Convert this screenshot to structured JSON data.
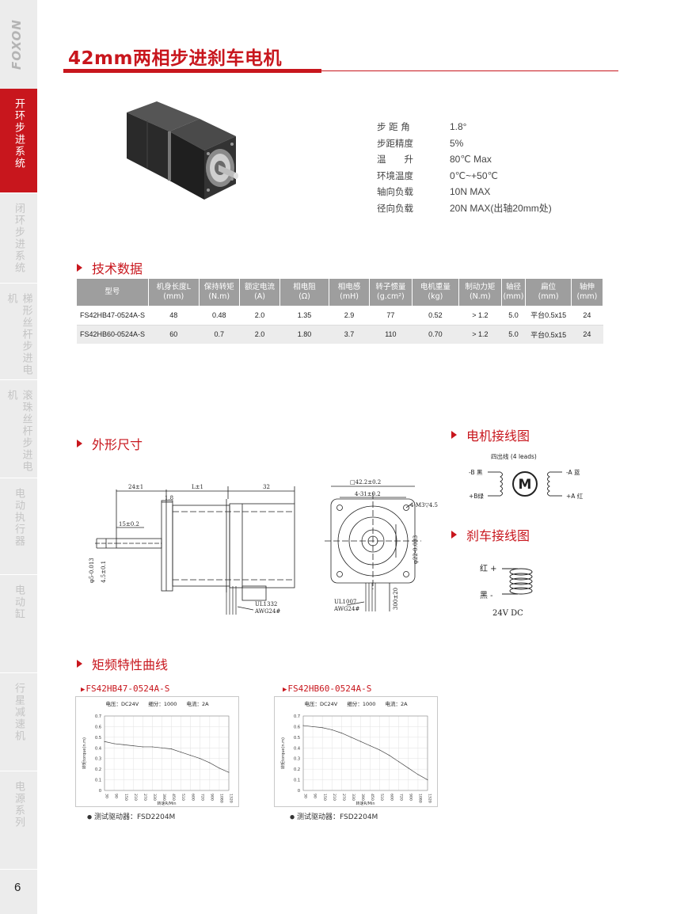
{
  "brand": "FOXON",
  "page_number": "6",
  "sidebar": {
    "tabs": [
      {
        "label": "开环步进系统",
        "active": true
      },
      {
        "label": "闭环步进系统",
        "active": false
      },
      {
        "label": "梯形丝杆步进电机",
        "active": false
      },
      {
        "label": "滚珠丝杆步进电机",
        "active": false
      },
      {
        "label": "电动执行器",
        "active": false
      },
      {
        "label": "电动缸",
        "active": false
      },
      {
        "label": "行星减速机",
        "active": false
      },
      {
        "label": "电源系列",
        "active": false
      }
    ]
  },
  "header": {
    "title": "42mm两相步进刹车电机"
  },
  "specs": [
    {
      "label": "步 距 角",
      "value": "1.8°"
    },
    {
      "label": "步距精度",
      "value": "5%"
    },
    {
      "label": "温　　升",
      "value": "80℃ Max"
    },
    {
      "label": "环境温度",
      "value": "0℃~+50℃"
    },
    {
      "label": "轴向负载",
      "value": "10N MAX"
    },
    {
      "label": "径向负载",
      "value": "20N MAX(出轴20mm处)"
    }
  ],
  "sections": {
    "tech_data": "技术数据",
    "dimensions": "外形尺寸",
    "wiring": "电机接线图",
    "brake_wiring": "刹车接线图",
    "torque_curve": "矩频特性曲线"
  },
  "table": {
    "headers": [
      [
        "型号",
        ""
      ],
      [
        "机身长度L",
        "(mm)"
      ],
      [
        "保持转矩",
        "(N.m)"
      ],
      [
        "额定电流",
        "(A)"
      ],
      [
        "相电阻",
        "(Ω)"
      ],
      [
        "相电感",
        "(mH)"
      ],
      [
        "转子惯量",
        "(g.cm²)"
      ],
      [
        "电机重量",
        "(kg)"
      ],
      [
        "制动力矩",
        "(N.m)"
      ],
      [
        "轴径",
        "(mm)"
      ],
      [
        "扁位",
        "(mm)"
      ],
      [
        "轴伸",
        "(mm)"
      ]
    ],
    "rows": [
      [
        "FS42HB47-0524A-S",
        "48",
        "0.48",
        "2.0",
        "1.35",
        "2.9",
        "77",
        "0.52",
        "> 1.2",
        "5.0",
        "平台0.5x15",
        "24"
      ],
      [
        "FS42HB60-0524A-S",
        "60",
        "0.7",
        "2.0",
        "1.80",
        "3.7",
        "110",
        "0.70",
        "> 1.2",
        "5.0",
        "平台0.5x15",
        "24"
      ]
    ]
  },
  "dimension_labels": {
    "front_len": "24±1",
    "body_len": "L±1",
    "brake_len": "32",
    "flange_thk": "1.8",
    "shaft_flat": "15±0.2",
    "shaft_dia": "φ5-0.013",
    "flat_dim": "4.5±0.1",
    "cable_side": "UL1332",
    "cable_side_awg": "AWG24#",
    "square": "□42.2±0.2",
    "hole_pitch": "4-31±0.2",
    "holes": "4-M3▽4.5",
    "boss": "φ22-0.033",
    "cable_front": "UL1007",
    "cable_front_awg": "AWG24#",
    "cable_len": "300±20"
  },
  "wiring_diagram": {
    "title": "四出线 (4 leads)",
    "left_top": "-B 黑",
    "left_bottom": "+B绿",
    "right_top": "-A 蓝",
    "right_bottom": "+A 红",
    "motor_symbol": "M"
  },
  "brake_diagram": {
    "plus_label": "红 +",
    "minus_label": "黑 -",
    "voltage": "24V DC"
  },
  "curves": [
    {
      "title": "FS42HB47-0524A-S",
      "params": [
        "电压：DC24V",
        "细分：1000",
        "电流：2A"
      ],
      "driver_note": "测试驱动器：FSD2204M",
      "chart_data": {
        "type": "line",
        "x": [
          30,
          90,
          150,
          210,
          270,
          330,
          390,
          450,
          510,
          600,
          720,
          900,
          1080,
          1320
        ],
        "y": [
          0.46,
          0.44,
          0.43,
          0.42,
          0.41,
          0.41,
          0.4,
          0.39,
          0.36,
          0.33,
          0.3,
          0.26,
          0.21,
          0.17
        ],
        "xlabel": "转速R/Min",
        "ylabel": "转矩torque(n.m)",
        "yticks": [
          "0",
          "0.1",
          "0.2",
          "0.3",
          "0.4",
          "0.5",
          "0.6",
          "0.7"
        ],
        "xticks": [
          "30",
          "90",
          "150",
          "210",
          "270",
          "330",
          "390",
          "450",
          "510",
          "600",
          "720",
          "900",
          "1080",
          "1320"
        ],
        "ylim": [
          0,
          0.7
        ]
      }
    },
    {
      "title": "FS42HB60-0524A-S",
      "params": [
        "电压：DC24V",
        "细分：1000",
        "电流：2A"
      ],
      "driver_note": "测试驱动器：FSD2204M",
      "chart_data": {
        "type": "line",
        "x": [
          30,
          90,
          150,
          210,
          270,
          330,
          390,
          450,
          510,
          600,
          720,
          900,
          1080,
          1320
        ],
        "y": [
          0.61,
          0.6,
          0.59,
          0.57,
          0.54,
          0.5,
          0.46,
          0.42,
          0.38,
          0.33,
          0.27,
          0.21,
          0.15,
          0.1
        ],
        "xlabel": "转速R/Min",
        "ylabel": "转矩torque(n.m)",
        "yticks": [
          "0",
          "0.1",
          "0.2",
          "0.3",
          "0.4",
          "0.5",
          "0.6",
          "0.7"
        ],
        "xticks": [
          "30",
          "90",
          "150",
          "210",
          "270",
          "330",
          "390",
          "450",
          "510",
          "600",
          "720",
          "900",
          "1080",
          "1320"
        ],
        "ylim": [
          0,
          0.7
        ]
      }
    }
  ]
}
